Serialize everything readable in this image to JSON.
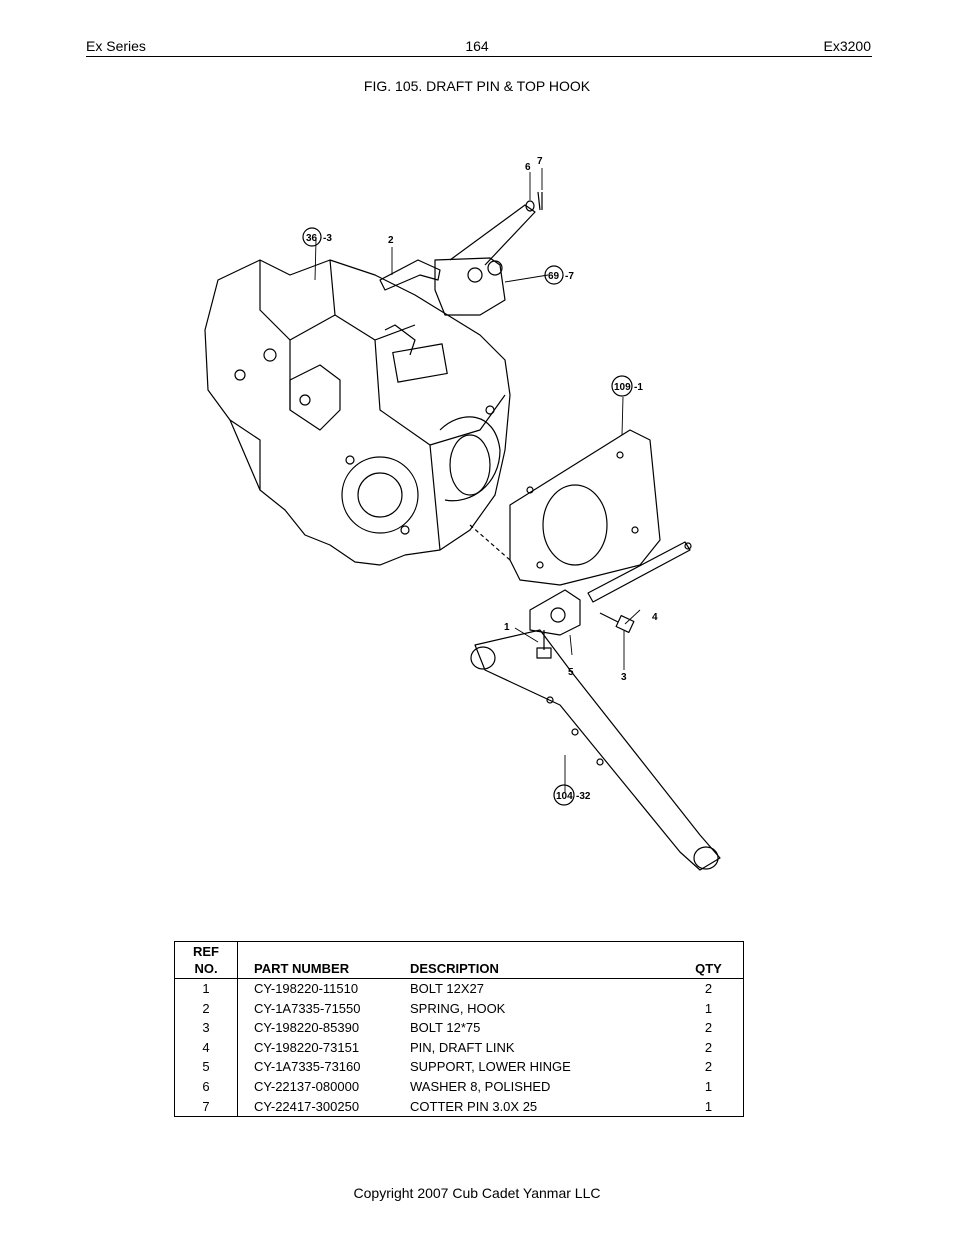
{
  "header": {
    "left": "Ex Series",
    "page_number": "164",
    "right": "Ex3200"
  },
  "figure": {
    "title": "FIG. 105. DRAFT PIN & TOP HOOK",
    "callouts": [
      "1",
      "2",
      "3",
      "4",
      "5",
      "6",
      "7",
      "36",
      "-3",
      "69",
      "-7",
      "109",
      "-1",
      "104",
      "-32"
    ]
  },
  "table": {
    "headers": {
      "ref_line1": "REF",
      "ref_line2": "NO.",
      "part_number": "PART NUMBER",
      "description": "DESCRIPTION",
      "qty": "QTY"
    },
    "rows": [
      {
        "ref": "1",
        "part_number": "CY-198220-11510",
        "description": "BOLT 12X27",
        "qty": "2"
      },
      {
        "ref": "2",
        "part_number": "CY-1A7335-71550",
        "description": "SPRING, HOOK",
        "qty": "1"
      },
      {
        "ref": "3",
        "part_number": "CY-198220-85390",
        "description": "BOLT 12*75",
        "qty": "2"
      },
      {
        "ref": "4",
        "part_number": "CY-198220-73151",
        "description": "PIN, DRAFT LINK",
        "qty": "2"
      },
      {
        "ref": "5",
        "part_number": "CY-1A7335-73160",
        "description": "SUPPORT, LOWER HINGE",
        "qty": "2"
      },
      {
        "ref": "6",
        "part_number": "CY-22137-080000",
        "description": "WASHER 8, POLISHED",
        "qty": "1"
      },
      {
        "ref": "7",
        "part_number": "CY-22417-300250",
        "description": "COTTER PIN 3.0X 25",
        "qty": "1"
      }
    ]
  },
  "footer": {
    "copyright": "Copyright 2007 Cub Cadet Yanmar LLC"
  }
}
